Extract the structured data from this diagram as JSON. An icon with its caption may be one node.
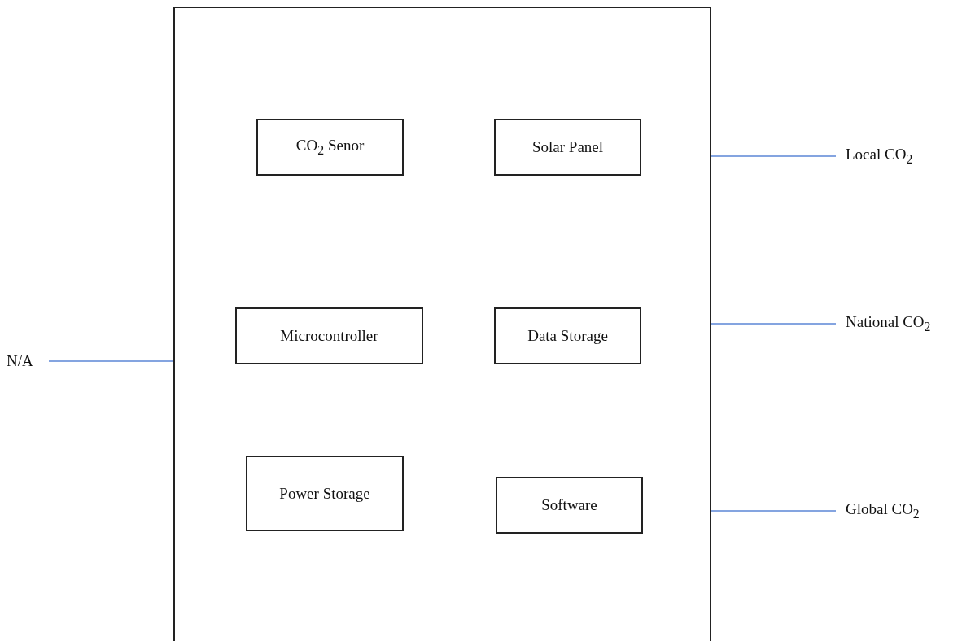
{
  "diagram": {
    "nodes": [
      {
        "text": [],
        "shape": "box"
      },
      {
        "text": [
          "CO$_{2}$ Senor"
        ],
        "in": 0
      },
      {
        "text": [
          "Solar Panel"
        ],
        "in": 0
      },
      {
        "text": [
          "Microcontroller"
        ],
        "in": 0
      },
      {
        "text": [
          "Data Storage"
        ],
        "in": 0
      },
      {
        "text": [
          "Power Storage"
        ],
        "in": 0
      },
      {
        "text": [
          "Software"
        ],
        "in": 0
      },
      {
        "text": [
          "N/A"
        ]
      },
      {
        "text": [
          "Local CO$_{2}$"
        ]
      },
      {
        "text": [
          "National CO$_{2}$"
        ]
      },
      {
        "text": [
          "Global CO$_{2}$"
        ]
      }
    ],
    "edges": [
      {
        "from": 7,
        "to": 0,
        "arrow": "none"
      },
      {
        "from": 0,
        "to": 8,
        "arrow": "none"
      },
      {
        "from": 0,
        "to": 9,
        "arrow": "none"
      },
      {
        "from": 0,
        "to": 10,
        "arrow": "none"
      }
    ]
  }
}
